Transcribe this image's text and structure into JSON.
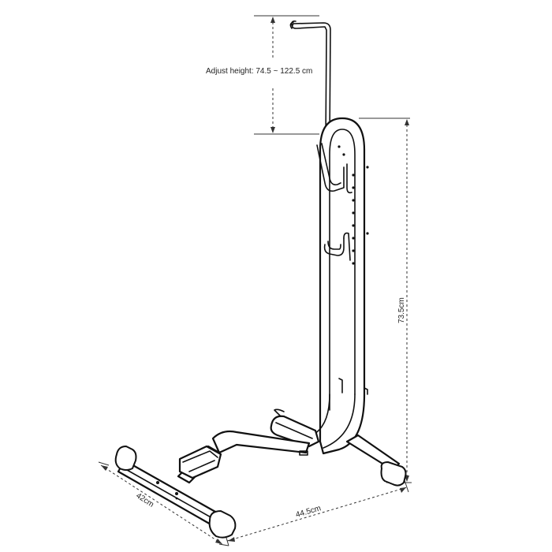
{
  "labels": {
    "adjust_height": "Adjust height: 74.5 ~ 122.5 cm",
    "height": "73.5cm",
    "length": "44.5cm",
    "width": "42cm"
  }
}
